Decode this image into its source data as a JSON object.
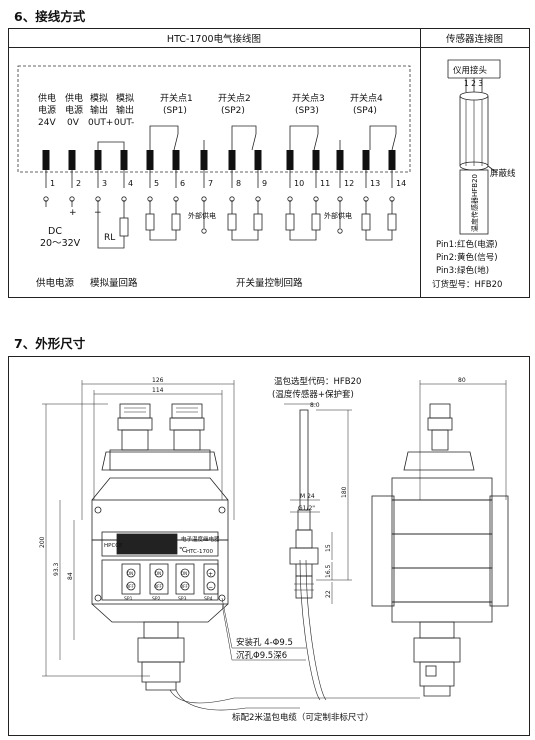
{
  "section6": {
    "title": "6、接线方式",
    "col_left": "HTC-1700电气接线图",
    "col_right": "传感器连接图",
    "power_labels": [
      {
        "line1": "供电",
        "line2": "电源",
        "line3": "24V"
      },
      {
        "line1": "供电",
        "line2": "电源",
        "line3": "0V"
      },
      {
        "line1": "模拟",
        "line2": "输出",
        "line3": "0UT+"
      },
      {
        "line1": "模拟",
        "line2": "输出",
        "line3": "0UT-"
      }
    ],
    "switch_labels": [
      {
        "line1": "开关点1",
        "line2": "(SP1)"
      },
      {
        "line1": "开关点2",
        "line2": "(SP2)"
      },
      {
        "line1": "开关点3",
        "line2": "(SP3)"
      },
      {
        "line1": "开关点4",
        "line2": "(SP4)"
      }
    ],
    "terminals": [
      "1",
      "2",
      "3",
      "4",
      "5",
      "6",
      "7",
      "8",
      "9",
      "10",
      "11",
      "12",
      "13",
      "14"
    ],
    "plus": "+",
    "minus": "−",
    "dc_label": "DC",
    "dc_range": "20～32V",
    "rl_label": "RL",
    "ext_supply_1": "外部供电",
    "ext_supply_2": "外部供电",
    "footer_power": "供电电源",
    "footer_analog": "模拟量回路",
    "footer_switch": "开关量控制回路",
    "sensor": {
      "connector_label": "仪用接头",
      "pins_label": "1 2 3",
      "shield_label": "屏蔽线",
      "cable_label": "温度传感器HFB20",
      "pin1": "Pin1:红色(电源)",
      "pin2": "Pin2:黄色(信号)",
      "pin3": "Pin3:绿色(地)",
      "order": "订货型号：HFB20"
    }
  },
  "section7": {
    "title": "7、外形尺寸",
    "dim_126": "126",
    "dim_114": "114",
    "dim_80": "80",
    "dim_200": "200",
    "dim_93": "93.3",
    "dim_84": "84",
    "dim_phi8": "8.0",
    "dim_m24": "M 24",
    "dim_g": "G1/2\"",
    "dim_180": "180",
    "dim_15": "15",
    "dim_16": "16.5",
    "dim_22": "22",
    "probe_model": "温包选型代码：HFB20",
    "probe_desc": "(温度传感器+保护套)",
    "mount_hole": "安装孔 4-Φ9.5",
    "counter_sink": "沉孔Φ9.5深6",
    "cable_note": "标配2米温包电缆（可定制非标尺寸）",
    "device": {
      "brand": "HPCCE",
      "name": "电子温度继电器",
      "model": "HTC-1700",
      "unit": "℃",
      "on": "ON",
      "off": "OFF",
      "sp": [
        "SP1",
        "SP2",
        "SP3",
        "SP4"
      ],
      "plus": "+",
      "minus": "−"
    }
  }
}
